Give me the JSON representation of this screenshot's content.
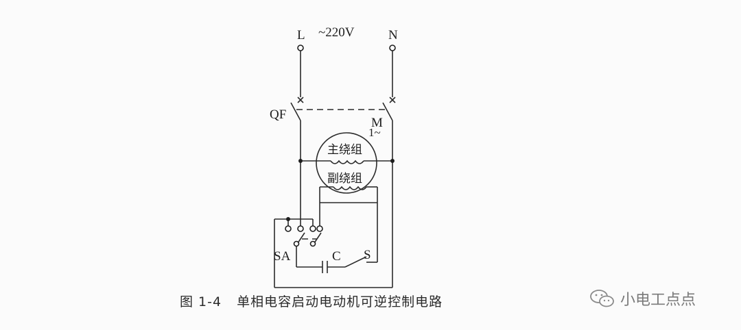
{
  "diagram": {
    "supply": {
      "line": "L",
      "neutral": "N",
      "voltage": "~220V"
    },
    "breaker": "QF",
    "motor": {
      "name": "M",
      "phase": "1~",
      "main_winding": "主绕组",
      "aux_winding": "副绕组"
    },
    "switch": "SA",
    "capacitor": "C",
    "centrifugal_switch": "S"
  },
  "caption": {
    "number": "图 1-4",
    "title": "单相电容启动电动机可逆控制电路"
  },
  "watermark": {
    "text": "小电工点点",
    "icon": "wechat-icon"
  }
}
